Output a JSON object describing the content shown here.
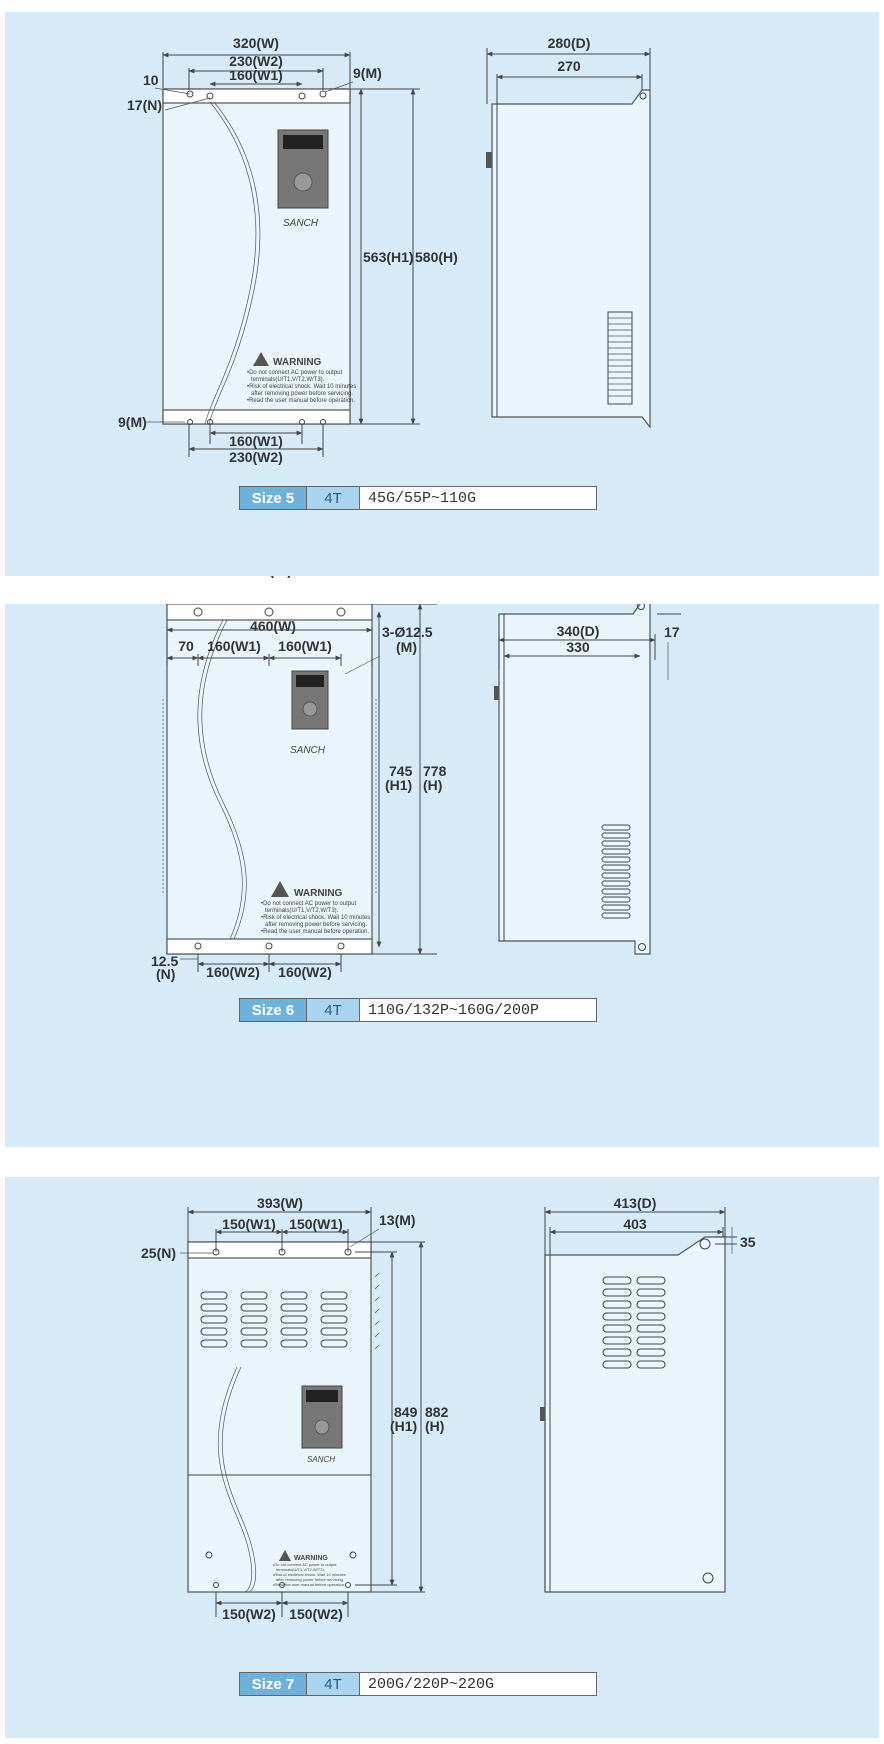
{
  "colors": {
    "panel_bg": "#d6ebf7",
    "size_label_bg": "#6fb1db",
    "voltage_label_bg": "#a9d3ef",
    "line": "#444444"
  },
  "brand": "SANCH",
  "warning": {
    "title": "WARNING",
    "lines": [
      "•Do not connect AC power to output",
      "terminals(U/T1,V/T2,W/T3).",
      "•Risk of electrical shock. Wait 10 minutes",
      "after removing power before servicing.",
      "•Read the user manual before operation."
    ]
  },
  "sizes": [
    {
      "size_label": "Size 5",
      "voltage": "4T",
      "models": "45G/55P~110G",
      "front": {
        "w": "320(W)",
        "w2_top": "230(W2)",
        "w1_top": "160(W1)",
        "left_off": "10",
        "hole_top": "9(M)",
        "n": "17(N)",
        "h1": "563(H1)",
        "h": "580(H)",
        "hole_bot": "9(M)",
        "w1_bot": "160(W1)",
        "w2_bot": "230(W2)"
      },
      "side": {
        "d": "280(D)",
        "d1": "270"
      }
    },
    {
      "size_label": "Size 6",
      "voltage": "4T",
      "models": "110G/132P~160G/200P",
      "front": {
        "w": "460(W)",
        "left_off": "70",
        "w1a": "160(W1)",
        "w1b": "160(W1)",
        "holes": "3-Ø12.5",
        "holes_m": "(M)",
        "h1_val": "745",
        "h1_tag": "(H1)",
        "h_val": "778",
        "h_tag": "(H)",
        "n_val": "12.5",
        "n_tag": "(N)",
        "w2a": "160(W2)",
        "w2b": "160(W2)"
      },
      "side": {
        "d": "340(D)",
        "d1": "330",
        "off": "17"
      }
    },
    {
      "size_label": "Size 7",
      "voltage": "4T",
      "models": "200G/220P~220G",
      "front": {
        "w": "393(W)",
        "w1a": "150(W1)",
        "w1b": "150(W1)",
        "m": "13(M)",
        "n": "25(N)",
        "h1_val": "849",
        "h1_tag": "(H1)",
        "h_val": "882",
        "h_tag": "(H)",
        "w2a": "150(W2)",
        "w2b": "150(W2)"
      },
      "side": {
        "d": "413(D)",
        "d1": "403",
        "off": "35"
      }
    }
  ]
}
